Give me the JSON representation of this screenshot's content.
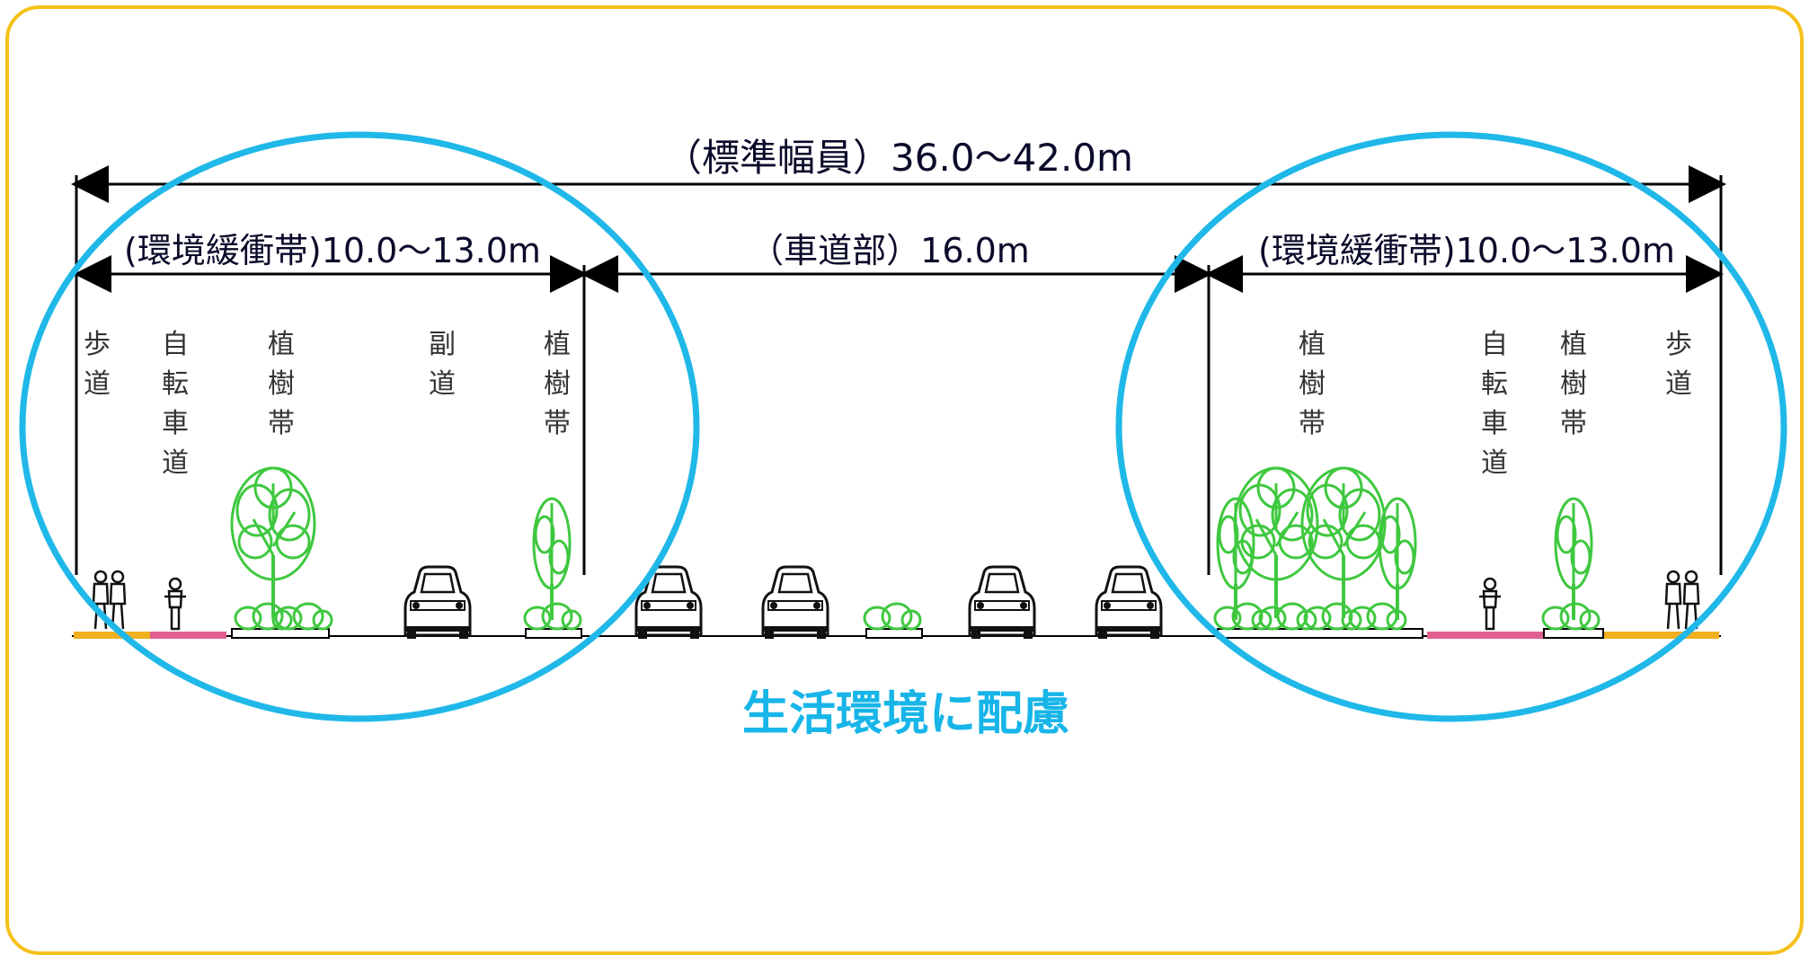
{
  "diagram": {
    "total_width_label": "（標準幅員）36.0～42.0m",
    "left_zone_label": "(環境緩衝帯)10.0～13.0m",
    "center_zone_label": "（車道部）16.0m",
    "right_zone_label": "(環境緩衝帯)10.0～13.0m",
    "footer_note": "生活環境に配慮",
    "left_lanes": [
      {
        "id": "sidewalk",
        "chars": [
          "歩",
          "道"
        ]
      },
      {
        "id": "bike",
        "chars": [
          "自",
          "転",
          "車",
          "道"
        ]
      },
      {
        "id": "planting",
        "chars": [
          "植",
          "樹",
          "帯"
        ]
      },
      {
        "id": "side-road",
        "chars": [
          "副",
          "道"
        ]
      },
      {
        "id": "planting-2",
        "chars": [
          "植",
          "樹",
          "帯"
        ]
      }
    ],
    "right_lanes": [
      {
        "id": "planting-wide",
        "chars": [
          "植",
          "樹",
          "帯"
        ]
      },
      {
        "id": "bike",
        "chars": [
          "自",
          "転",
          "車",
          "道"
        ]
      },
      {
        "id": "planting",
        "chars": [
          "植",
          "樹",
          "帯"
        ]
      },
      {
        "id": "sidewalk",
        "chars": [
          "歩",
          "道"
        ]
      }
    ],
    "colors": {
      "frame": "#f5c11a",
      "highlight_circle": "#1fb8e8",
      "tree": "#3fc83f",
      "sidewalk": "#f0b020",
      "bike_lane": "#e06090",
      "note_text": "#17b5e8"
    },
    "icons": [
      "pedestrian-icon",
      "cyclist-icon",
      "tree-icon",
      "car-icon",
      "shrub-icon"
    ]
  }
}
